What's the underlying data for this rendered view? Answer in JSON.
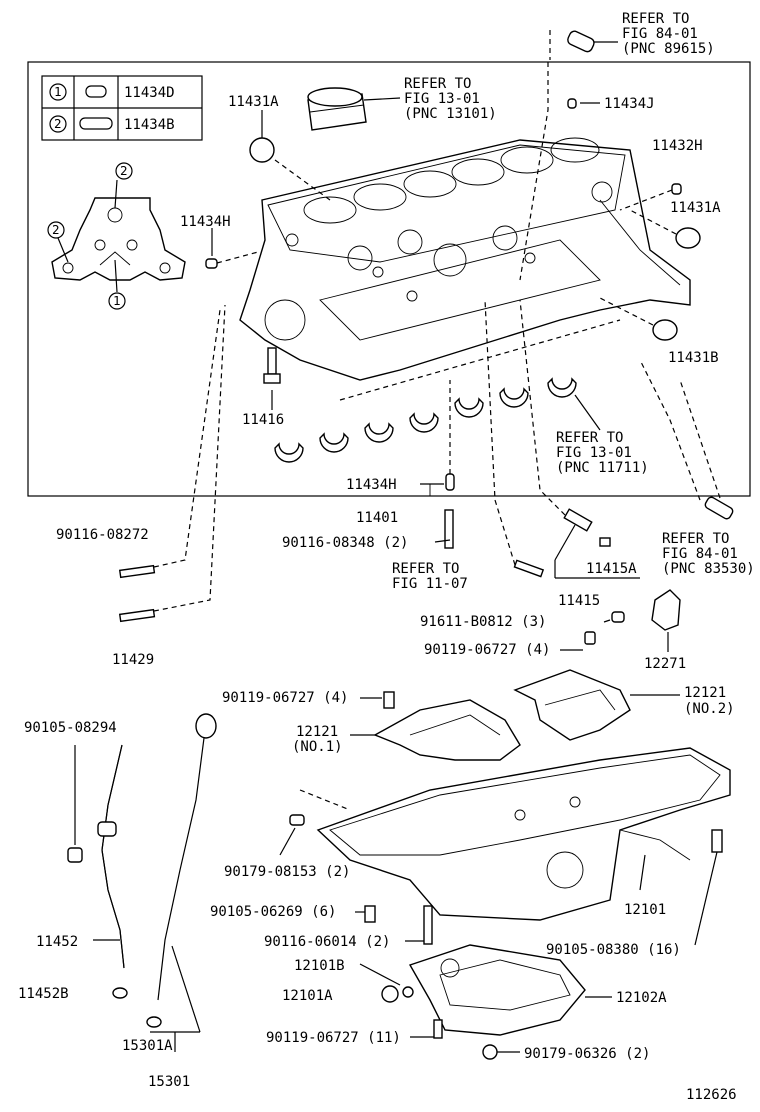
{
  "legend": {
    "rows": [
      {
        "num": "1",
        "part": "11434D"
      },
      {
        "num": "2",
        "part": "11434B"
      }
    ]
  },
  "callouts": {
    "c1": "1",
    "c2a": "2",
    "c2b": "2"
  },
  "labels": {
    "refer_89615_a": "REFER TO",
    "refer_89615_b": "FIG 84-01",
    "refer_89615_c": "(PNC 89615)",
    "refer_13101_a": "REFER TO",
    "refer_13101_b": "FIG 13-01",
    "refer_13101_c": "(PNC 13101)",
    "p11431A_top": "11431A",
    "p11434J": "11434J",
    "p11432H": "11432H",
    "p11431A_right": "11431A",
    "p11434H_top": "11434H",
    "p11431B": "11431B",
    "p11416": "11416",
    "refer_11711_a": "REFER TO",
    "refer_11711_b": "FIG 13-01",
    "refer_11711_c": "(PNC 11711)",
    "p11434H_bot": "11434H",
    "p11401": "11401",
    "p90116_08272": "90116-08272",
    "p90116_08348": "90116-08348 (2)",
    "refer_1107_a": "REFER TO",
    "refer_1107_b": "FIG 11-07",
    "p11415A": "11415A",
    "refer_83530_a": "REFER TO",
    "refer_83530_b": "FIG 84-01",
    "refer_83530_c": "(PNC 83530)",
    "p11415": "11415",
    "p91611": "91611-B0812 (3)",
    "p90119_4a": "90119-06727 (4)",
    "p11429": "11429",
    "p12271": "12271",
    "p90119_4b": "90119-06727 (4)",
    "p12121_no2": "12121",
    "p12121_no2b": "(NO.2)",
    "p90105_08294": "90105-08294",
    "p12121_no1": "12121",
    "p12121_no1b": "(NO.1)",
    "p90179_08153": "90179-08153 (2)",
    "p12101": "12101",
    "p90105_06269": "90105-06269 (6)",
    "p11452": "11452",
    "p90116_06014": "90116-06014 (2)",
    "p90105_08380": "90105-08380 (16)",
    "p12101B": "12101B",
    "p11452B": "11452B",
    "p12101A": "12101A",
    "p12102A": "12102A",
    "p90119_11": "90119-06727 (11)",
    "p15301A": "15301A",
    "p90179_06326": "90179-06326 (2)",
    "p15301": "15301",
    "fig_id": "112626"
  }
}
